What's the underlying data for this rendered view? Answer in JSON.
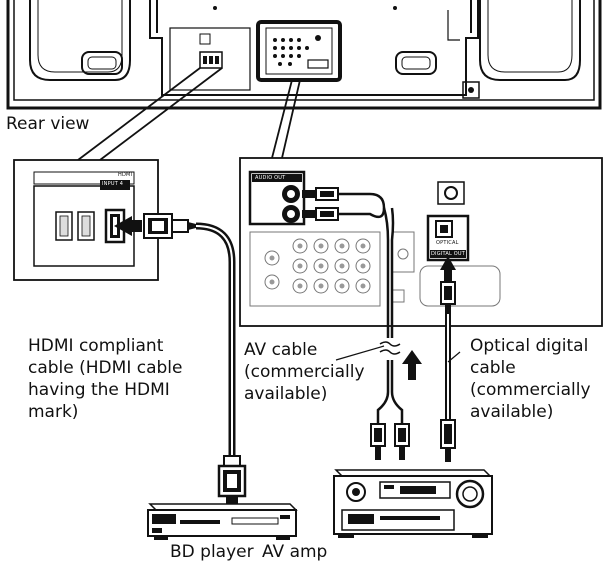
{
  "labels": {
    "rear_view": "Rear view",
    "hdmi_cable": [
      "HDMI compliant",
      "cable (HDMI cable",
      "having the HDMI",
      "mark)"
    ],
    "av_cable": [
      "AV cable",
      "(commercially",
      "available)"
    ],
    "optical_cable": [
      "Optical digital",
      "cable",
      "(commercially",
      "available)"
    ],
    "bd_player": "BD player",
    "av_amp": "AV amp"
  },
  "panel_text": {
    "hdmi_header": "HDMI",
    "hdmi_input": "INPUT 4",
    "audio_out": "AUDIO OUT",
    "optical_line1": "OPTICAL",
    "optical_line2": "DIGITAL OUT"
  }
}
